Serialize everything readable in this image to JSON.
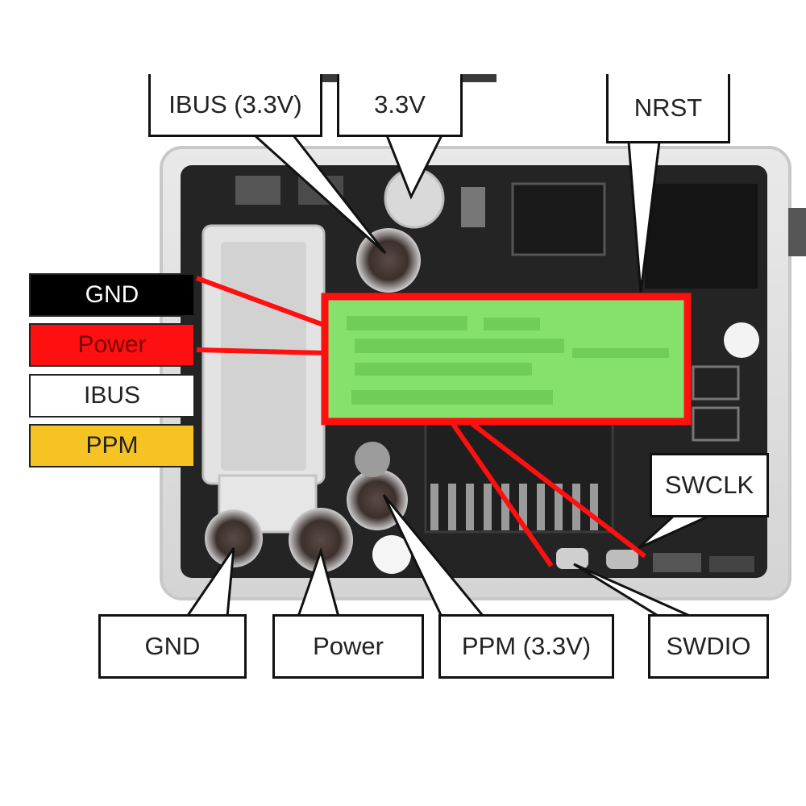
{
  "legend": {
    "gnd": {
      "label": "GND",
      "bg": "#000000",
      "fg": "#ffffff"
    },
    "power": {
      "label": "Power",
      "bg": "#ff1010",
      "fg": "#7a0000"
    },
    "ibus": {
      "label": "IBUS",
      "bg": "#ffffff",
      "fg": "#222222"
    },
    "ppm": {
      "label": "PPM",
      "bg": "#f6c324",
      "fg": "#222222"
    }
  },
  "callouts": {
    "ibus_33v": "IBUS (3.3V)",
    "v33": "3.3V",
    "nrst": "NRST",
    "swclk": "SWCLK",
    "gnd": "GND",
    "power": "Power",
    "ppm_33v": "PPM (3.3V)",
    "swdio": "SWDIO"
  },
  "colors": {
    "accent_red": "#ff1010",
    "label_green": "#86e06d",
    "ppm_yellow": "#f6c324"
  }
}
